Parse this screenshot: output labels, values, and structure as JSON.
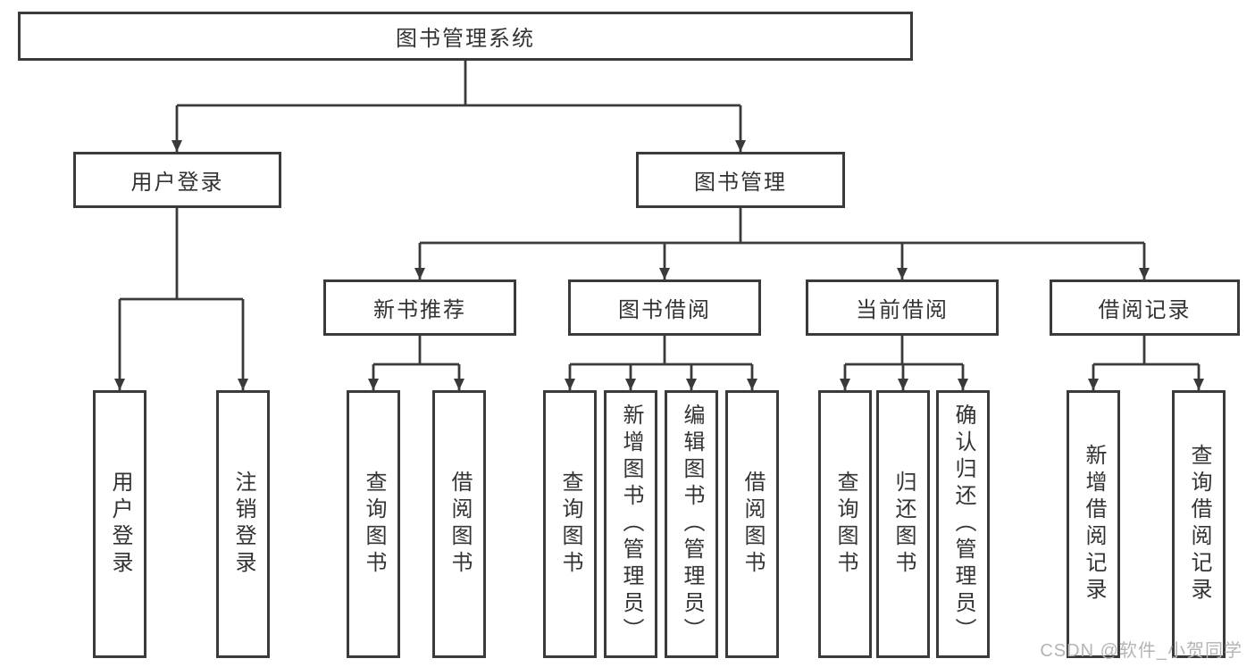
{
  "nodes": {
    "root": "图书管理系统",
    "user_login": "用户登录",
    "book_mgmt": "图书管理",
    "new_books": "新书推荐",
    "book_borrow": "图书借阅",
    "current_borrow": "当前借阅",
    "borrow_records": "借阅记录",
    "leaves": {
      "user": [
        "用户登录",
        "注销登录"
      ],
      "recommend": [
        "查询图书",
        "借阅图书"
      ],
      "borrow": [
        "查询图书",
        "新增图书（管理员）",
        "编辑图书（管理员）",
        "借阅图书"
      ],
      "current": [
        "查询图书",
        "归还图书",
        "确认归还（管理员）"
      ],
      "records": [
        "新增借阅记录",
        "查询借阅记录"
      ]
    }
  },
  "watermark": "CSDN @软件_小贺同学",
  "colors": {
    "line": "#3a3a3a",
    "text": "#333333",
    "background": "#ffffff",
    "watermark": "#b4b4b4"
  }
}
